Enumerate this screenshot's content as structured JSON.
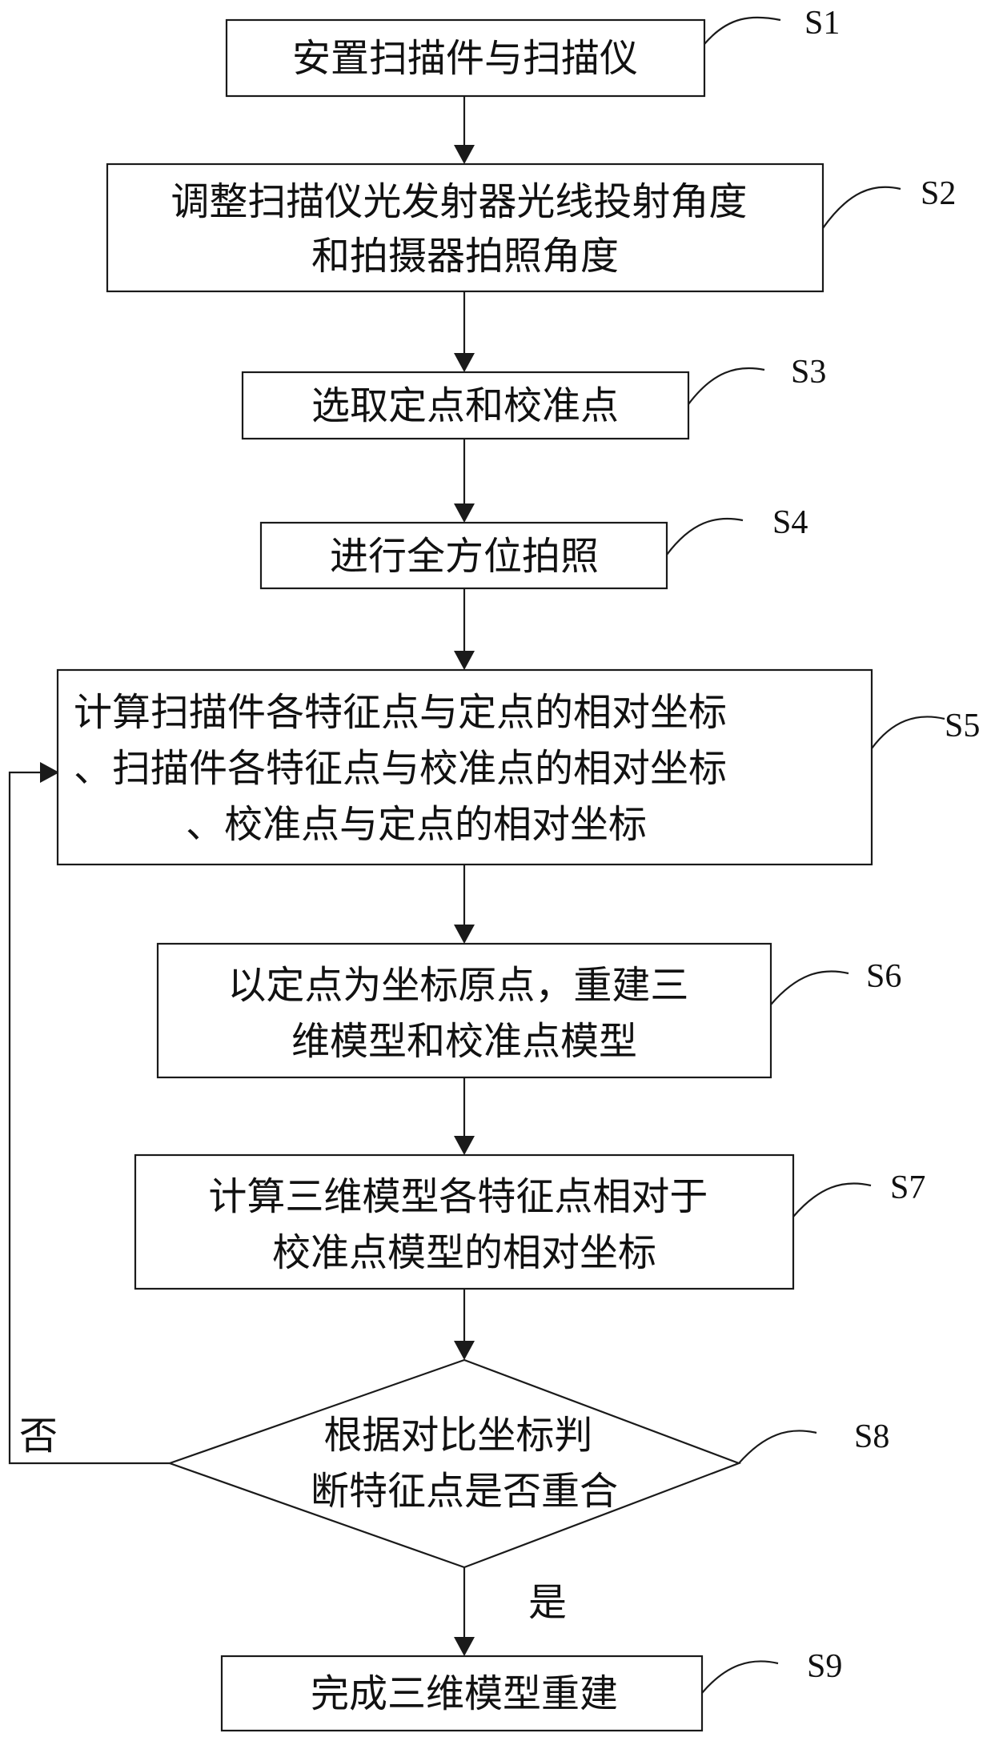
{
  "steps": [
    {
      "id": "S1",
      "lines": [
        "安置扫描件与扫描仪"
      ]
    },
    {
      "id": "S2",
      "lines": [
        "调整扫描仪光发射器光线投射角度",
        "和拍摄器拍照角度"
      ]
    },
    {
      "id": "S3",
      "lines": [
        "选取定点和校准点"
      ]
    },
    {
      "id": "S4",
      "lines": [
        "进行全方位拍照"
      ]
    },
    {
      "id": "S5",
      "lines": [
        "计算扫描件各特征点与定点的相对坐标",
        "、扫描件各特征点与校准点的相对坐标",
        "、校准点与定点的相对坐标"
      ]
    },
    {
      "id": "S6",
      "lines": [
        "以定点为坐标原点，重建三",
        "维模型和校准点模型"
      ]
    },
    {
      "id": "S7",
      "lines": [
        "计算三维模型各特征点相对于",
        "校准点模型的相对坐标"
      ]
    },
    {
      "id": "S8",
      "lines": [
        "根据对比坐标判",
        "断特征点是否重合"
      ]
    },
    {
      "id": "S9",
      "lines": [
        "完成三维模型重建"
      ]
    }
  ],
  "branches": {
    "no": "否",
    "yes": "是"
  }
}
